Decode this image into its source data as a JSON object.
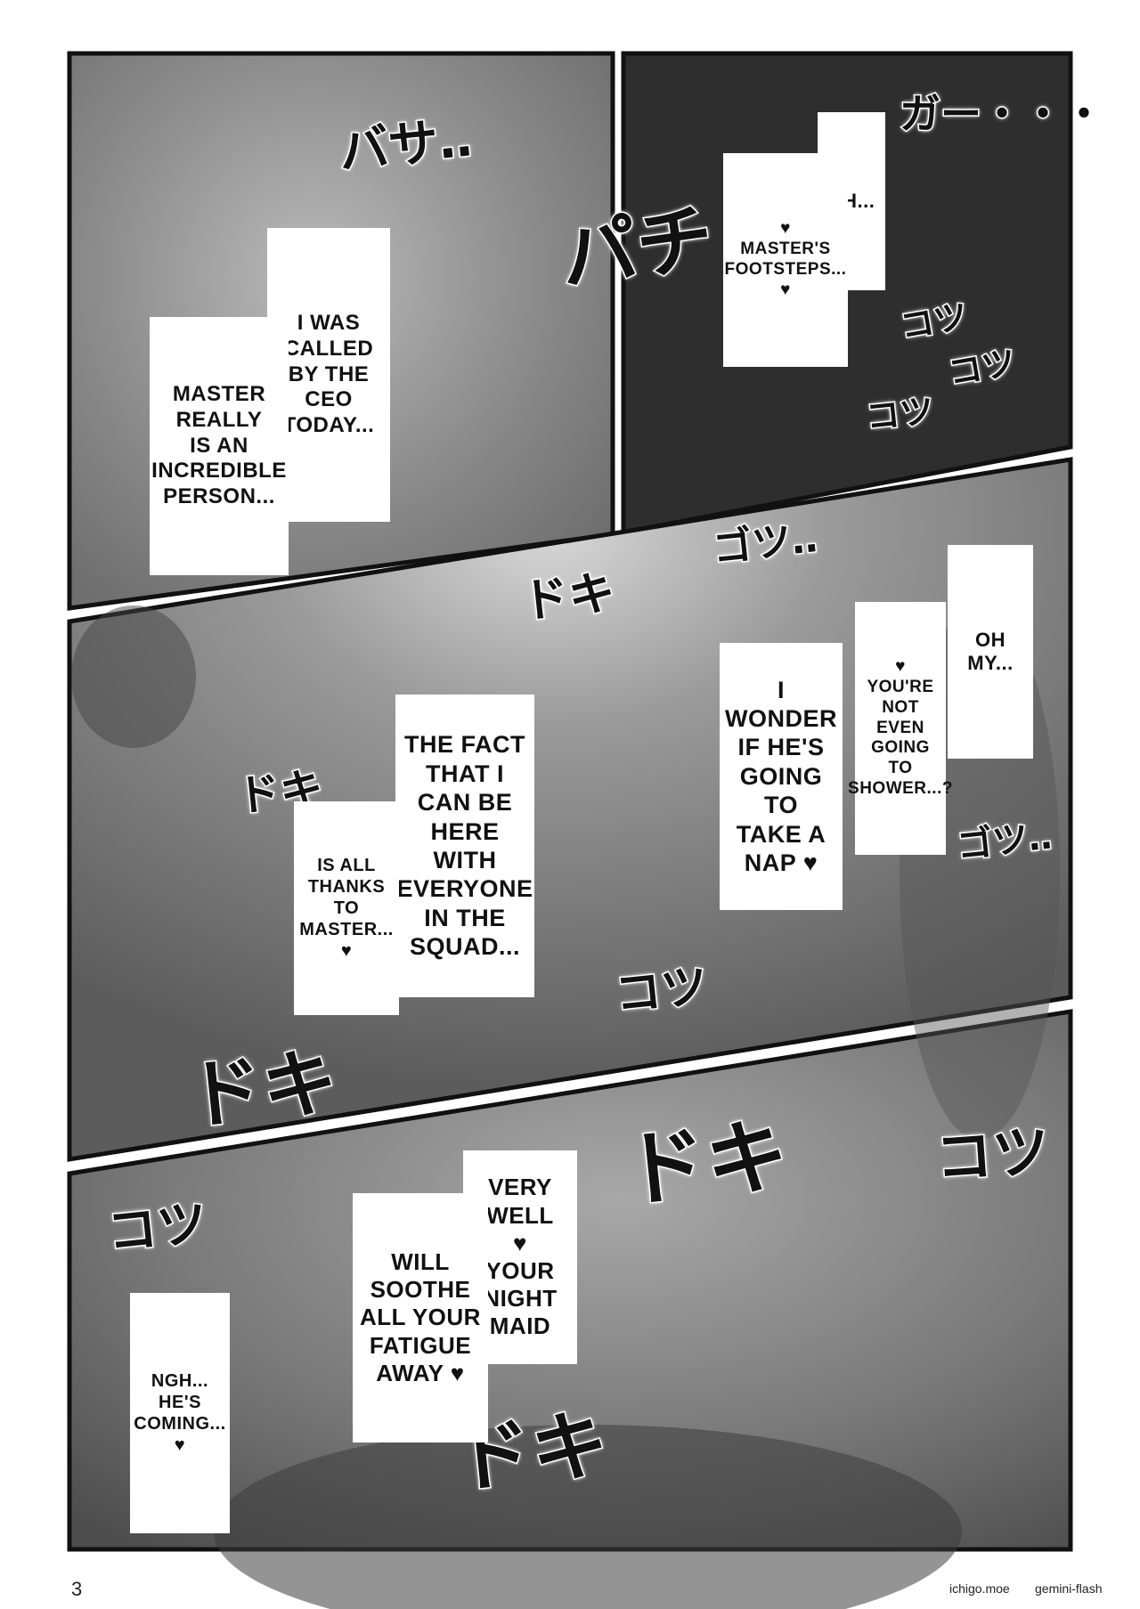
{
  "page": {
    "page_number": "3",
    "credits_site": "ichigo.moe",
    "credits_model": "gemini-flash"
  },
  "panel1": {
    "sfx": "バサ‥",
    "bubble_a": "I WAS\nCALLED\nBY THE\nCEO\nTODAY...",
    "bubble_b": "MASTER\nREALLY\nIS AN\nINCREDIBLE\nPERSON..."
  },
  "panel2": {
    "sfx_a": "ガー・・・",
    "sfx_b": "パチ",
    "bubble_a": "AH...",
    "bubble_b": "♥\nMASTER'S\nFOOTSTEPS...\n♥",
    "sfx_c": "コツ",
    "sfx_d": "コツ",
    "sfx_e": "コツ"
  },
  "panel3": {
    "sfx_a": "ゴツ‥",
    "sfx_b": "ドキ",
    "sfx_c": "ドキ",
    "sfx_d": "ゴツ‥",
    "sfx_e": "コツ",
    "bubble_a": "THE FACT\nTHAT I\nCAN BE\nHERE\nWITH\nEVERYONE\nIN THE\nSQUAD...",
    "bubble_b": "IS ALL\nTHANKS\nTO\nMASTER...\n♥",
    "bubble_c": "I\nWONDER\nIF HE'S\nGOING\nTO\nTAKE A\nNAP ♥",
    "bubble_d": "OH\nMY...",
    "bubble_e": "♥\nYOU'RE\nNOT\nEVEN\nGOING\nTO\nSHOWER...?"
  },
  "panel4": {
    "sfx_a": "ドキ",
    "sfx_b": "ドキ",
    "sfx_c": "コツ",
    "sfx_d": "コツ",
    "sfx_e": "ドキ",
    "bubble_a": "VERY\nWELL\n♥\nYOUR\nNIGHT\nMAID",
    "bubble_b": "WILL\nSOOTHE\nALL YOUR\nFATIGUE\nAWAY ♥",
    "bubble_c": "NGH...\nHE'S\nCOMING...\n♥"
  },
  "colors": {
    "panel_dark": "#2e2e2e",
    "panel_gray": "#8a8a8a",
    "border": "#111111"
  }
}
